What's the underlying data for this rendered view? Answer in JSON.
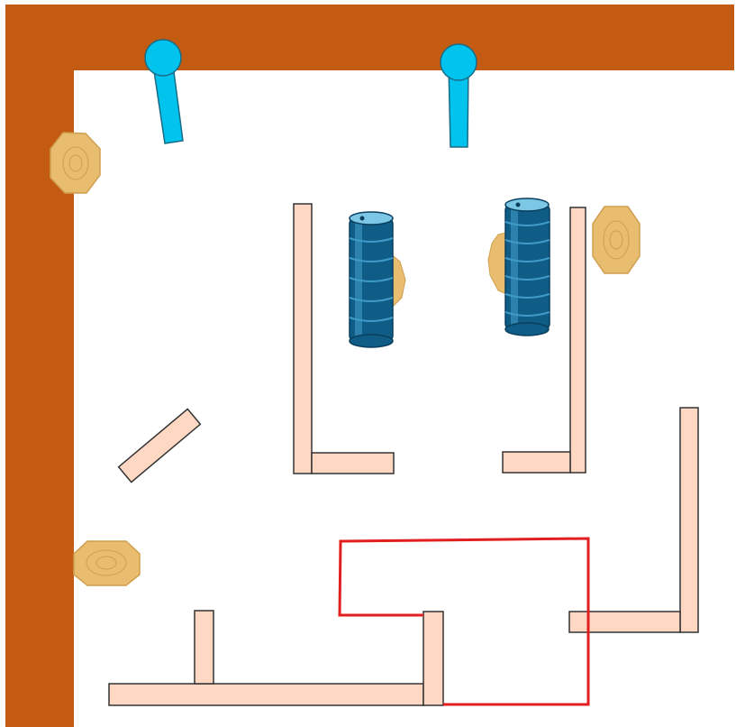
{
  "stage": {
    "title": "",
    "colors": {
      "background": "#ffffff",
      "wall": "#c35b13",
      "wall_edge": "#b55012",
      "barrier_fill": "#ffd8c4",
      "barrier_stroke": "#333333",
      "target_fill": "#e9bd6f",
      "target_stroke": "#cf9f4e",
      "popper": "#00c3ee",
      "popper_stroke": "#1a6c86",
      "barrel": "#0f5c86",
      "barrel_light": "#3f9ac8",
      "fault_line": "#e21e1e"
    }
  },
  "walls": [
    {
      "name": "top-wall"
    },
    {
      "name": "left-wall"
    }
  ],
  "barriers": [
    {
      "name": "barrier-post-left-upright"
    },
    {
      "name": "barrier-post-left-foot"
    },
    {
      "name": "barrier-post-right-upright"
    },
    {
      "name": "barrier-post-right-foot"
    },
    {
      "name": "barrier-diagonal"
    },
    {
      "name": "barrier-far-right-upright"
    },
    {
      "name": "barrier-far-right-arm"
    },
    {
      "name": "barrier-bottom-long"
    },
    {
      "name": "barrier-bottom-short-stub"
    },
    {
      "name": "barrier-bottom-center-stub"
    }
  ],
  "targets": [
    {
      "name": "paper-target-top-left"
    },
    {
      "name": "paper-target-left-lower"
    },
    {
      "name": "paper-target-right"
    },
    {
      "name": "paper-target-behind-barrel-left"
    },
    {
      "name": "paper-target-behind-barrel-right"
    }
  ],
  "poppers": [
    {
      "name": "steel-popper-left"
    },
    {
      "name": "steel-popper-right"
    }
  ],
  "barrels": [
    {
      "name": "barrel-stack-left",
      "rings": 6
    },
    {
      "name": "barrel-stack-right",
      "rings": 7
    }
  ],
  "fault_lines": [
    {
      "name": "shooting-box-outline"
    }
  ]
}
